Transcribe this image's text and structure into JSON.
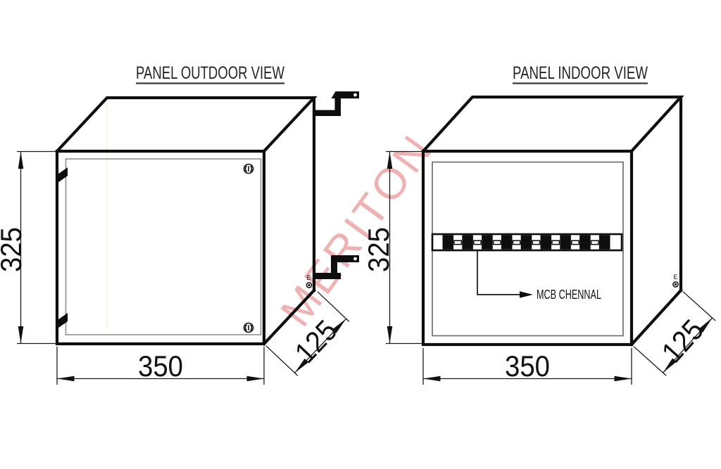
{
  "drawing": {
    "watermark": "MERITON",
    "outdoor": {
      "title": "PANEL OUTDOOR VIEW",
      "height_mm": "325",
      "width_mm": "350",
      "depth_mm": "125",
      "earth_label": "E"
    },
    "indoor": {
      "title": "PANEL INDOOR VIEW",
      "height_mm": "325",
      "width_mm": "350",
      "depth_mm": "125",
      "earth_label": "E",
      "mcb_label": "MCB CHENNAL"
    }
  },
  "colors": {
    "line": "#0e0e0e",
    "door_outline": "#909090",
    "inner_outline": "#6f6f6f",
    "watermark_pink": "#e06666",
    "background": "#ffffff"
  },
  "icons": {
    "cam-lock-screw-icon": "circle with twin arcs",
    "earth-terminal-icon": "ringed dot",
    "mounting-bracket-icon": "z-shaped wall bracket",
    "hinge-icon": "slanted black tab",
    "dimension-arrow-icon": "slim solid triangle"
  }
}
